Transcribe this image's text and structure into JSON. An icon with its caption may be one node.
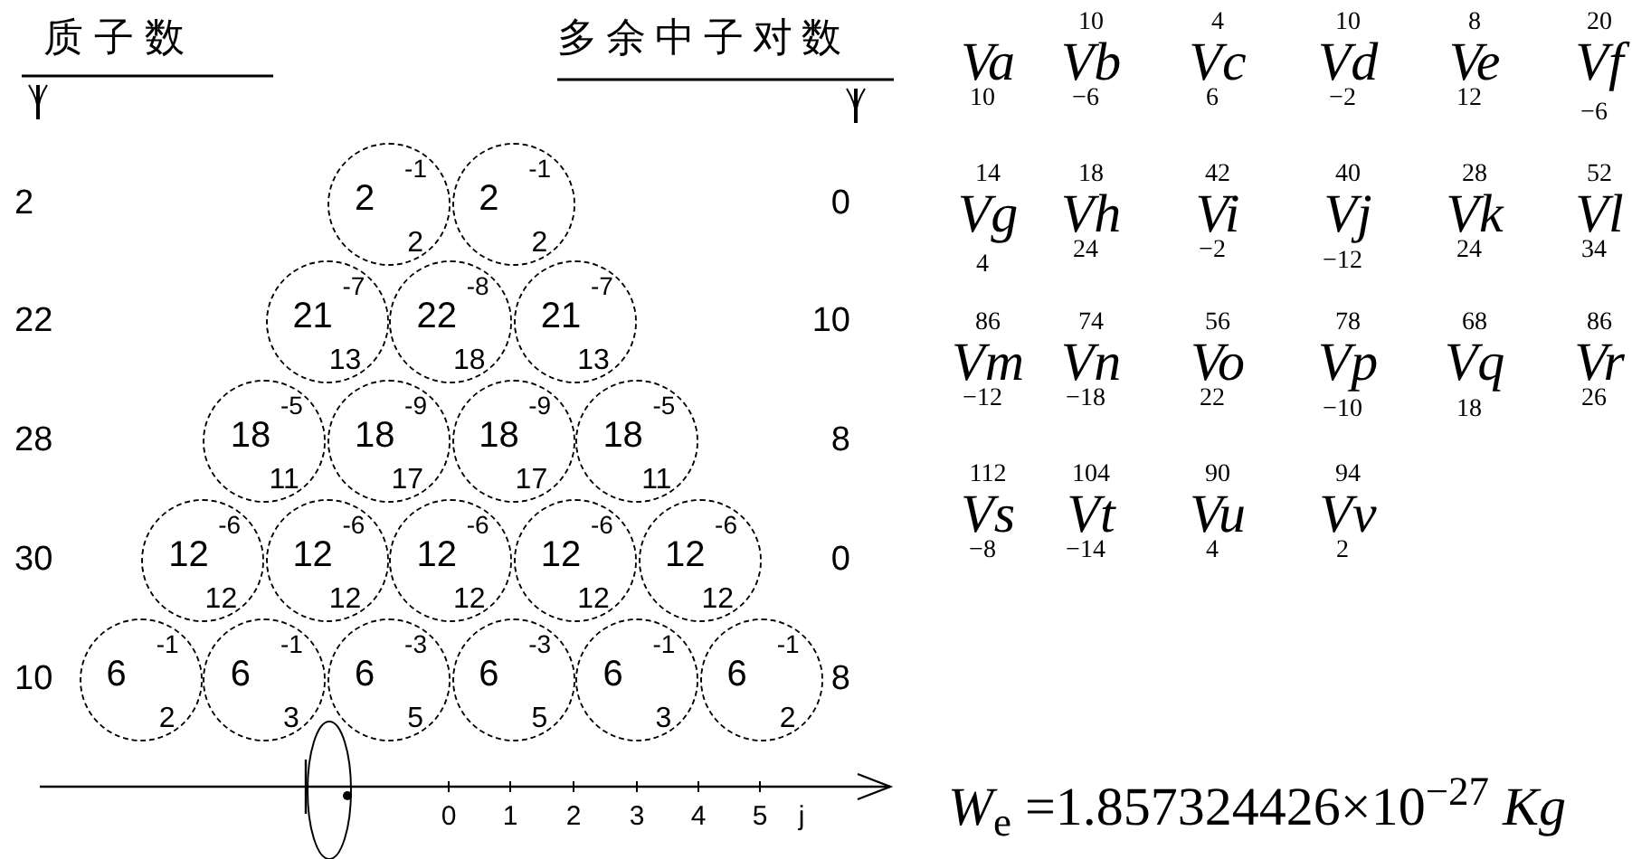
{
  "diagram": {
    "nodes": [
      {
        "text": [
          "-1",
          "2",
          "2"
        ]
      },
      {
        "text": [
          "-1",
          "2",
          "2"
        ]
      },
      {
        "text": [
          "-7",
          "21",
          "13"
        ]
      },
      {
        "text": [
          "-8",
          "22",
          "18"
        ]
      },
      {
        "text": [
          "-7",
          "21",
          "13"
        ]
      },
      {
        "text": [
          "-5",
          "18",
          "11"
        ]
      },
      {
        "text": [
          "-9",
          "18",
          "17"
        ]
      },
      {
        "text": [
          "-9",
          "18",
          "17"
        ]
      },
      {
        "text": [
          "-5",
          "18",
          "11"
        ]
      },
      {
        "text": [
          "-6",
          "12",
          "12"
        ]
      },
      {
        "text": [
          "-6",
          "12",
          "12"
        ]
      },
      {
        "text": [
          "-6",
          "12",
          "12"
        ]
      },
      {
        "text": [
          "-6",
          "12",
          "12"
        ]
      },
      {
        "text": [
          "-6",
          "12",
          "12"
        ]
      },
      {
        "text": [
          "-1",
          "6",
          "2"
        ]
      },
      {
        "text": [
          "-1",
          "6",
          "3"
        ]
      },
      {
        "text": [
          "-3",
          "6",
          "5"
        ]
      },
      {
        "text": [
          "-3",
          "6",
          "5"
        ]
      },
      {
        "text": [
          "-1",
          "6",
          "3"
        ]
      },
      {
        "text": [
          "-1",
          "6",
          "2"
        ]
      }
    ],
    "labels": [
      "质子数",
      "多余中子对数",
      "2",
      "22",
      "28",
      "30",
      "10",
      "0",
      "10",
      "8",
      "0",
      "8",
      "0",
      "1",
      "2",
      "3",
      "4",
      "5",
      "j",
      "Va",
      "10",
      "10",
      "Vb",
      "−6",
      "4",
      "Vc",
      "6",
      "10",
      "Vd",
      "−2",
      "8",
      "Ve",
      "12",
      "20",
      "Vf",
      "−6",
      "14",
      "Vg",
      "4",
      "18",
      "Vh",
      "24",
      "42",
      "Vi",
      "−2",
      "40",
      "Vj",
      "−12",
      "28",
      "Vk",
      "24",
      "52",
      "Vl",
      "34",
      "86",
      "Vm",
      "−12",
      "74",
      "Vn",
      "−18",
      "56",
      "Vo",
      "22",
      "78",
      "Vp",
      "−10",
      "68",
      "Vq",
      "18",
      "86",
      "Vr",
      "26",
      "112",
      "Vs",
      "−8",
      "104",
      "Vt",
      "−14",
      "90",
      "Vu",
      "4",
      "94",
      "Vv",
      "2",
      "*W*$_{e}$ =1.857324426×10$^{−27}$ *Kg*"
    ]
  }
}
